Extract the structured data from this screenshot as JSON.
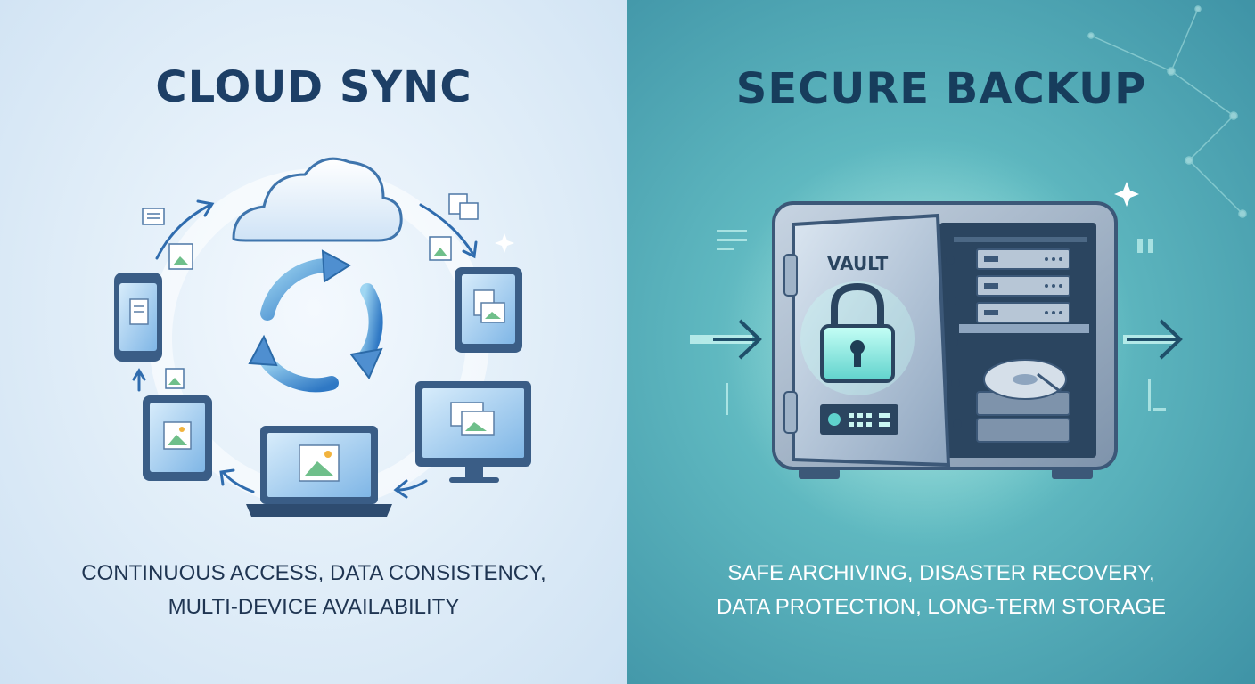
{
  "left_panel": {
    "title": "CLOUD SYNC",
    "caption_line1": "CONTINUOUS ACCESS, DATA CONSISTENCY,",
    "caption_line2": "MULTI-DEVICE AVAILABILITY",
    "icons": [
      "cloud-icon",
      "sync-arrows-icon",
      "smartphone-icon",
      "tablet-icon",
      "laptop-icon",
      "desktop-monitor-icon",
      "document-icon",
      "image-file-icon"
    ]
  },
  "right_panel": {
    "title": "SECURE BACKUP",
    "vault_label": "VAULT",
    "caption_line1": "SAFE ARCHIVING, DISASTER RECOVERY,",
    "caption_line2": "DATA PROTECTION, LONG-TERM STORAGE",
    "icons": [
      "safe-vault-icon",
      "padlock-icon",
      "server-rack-icon",
      "hard-drive-icon",
      "arrow-right-icon"
    ]
  },
  "colors": {
    "left_bg": "#e3eff9",
    "right_bg": "#5fb8c0",
    "title_navy": "#1d3f66",
    "accent_blue": "#4f8fd0"
  }
}
